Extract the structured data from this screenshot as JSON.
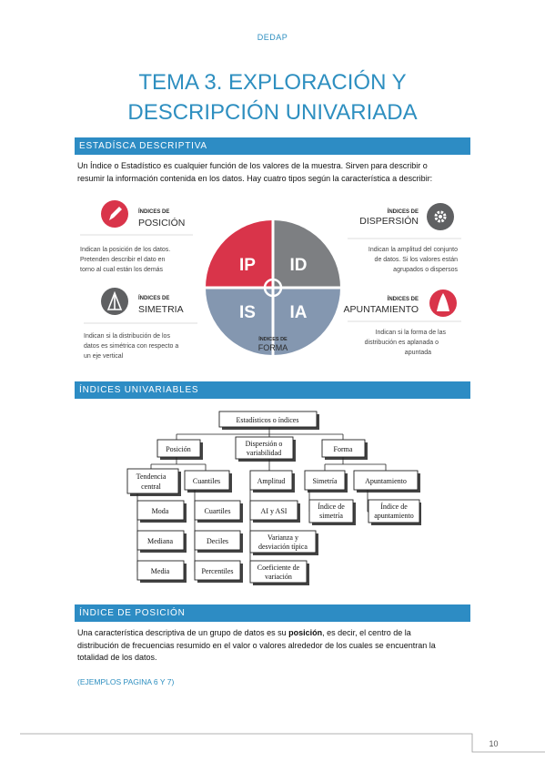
{
  "header": {
    "org": "DEDAP"
  },
  "title": {
    "line1": "TEMA 3. EXPLORACIÓN Y",
    "line2": "DESCRIPCIÓN UNIVARIADA"
  },
  "sections": [
    {
      "heading": "ESTADÍSCA DESCRIPTIVA"
    },
    {
      "heading": "ÍNDICES UNIVARIABLES"
    },
    {
      "heading": "ÍNDICE DE POSICIÓN"
    }
  ],
  "intro": {
    "line1": "Un Índice o Estadístico es cualquier función de los valores de la muestra. Sirven para describir o",
    "line2": "resumir la información contenida en los datos. Hay cuatro tipos según la característica a describir:"
  },
  "infographic": {
    "quadrants": {
      "ip": "IP",
      "id": "ID",
      "is": "IS",
      "ia": "IA"
    },
    "center_label": {
      "line1": "ÍNDICES DE",
      "line2": "FORMA"
    },
    "posicion": {
      "small": "ÍNDICES DE",
      "big": "POSICIÓN",
      "desc": [
        "Indican la posición de los datos.",
        "Pretenden describir el dato en",
        "torno al cual están los demás"
      ]
    },
    "dispersion": {
      "small": "ÍNDICES DE",
      "big": "DISPERSIÓN",
      "desc": [
        "Indican la amplitud del conjunto",
        "de datos. Si los valores están",
        "agrupados o dispersos"
      ]
    },
    "simetria": {
      "small": "ÍNDICES DE",
      "big": "SIMETRIA",
      "desc": [
        "Indican si la distribución de los",
        "datos es simétrica con respecto a",
        "un eje vertical"
      ]
    },
    "apuntamiento": {
      "small": "ÍNDICES DE",
      "big": "APUNTAMIENTO",
      "desc": [
        "Indican si la forma de las",
        "distribución es aplanada o",
        "apuntada"
      ]
    },
    "colors": {
      "red": "#d9344a",
      "gray": "#7d7f82",
      "blue": "#8497b0",
      "darkgray": "#5f6062"
    }
  },
  "tree": {
    "root": "Estadísticos o índices",
    "posicion": "Posición",
    "dispersion": [
      "Dispersión o",
      "variabilidad"
    ],
    "forma": "Forma",
    "tendencia": [
      "Tendencia",
      "central"
    ],
    "cuantiles": "Cuantiles",
    "amplitud": "Amplitud",
    "simetria": "Simetría",
    "apuntamiento": "Apuntamiento",
    "moda": "Moda",
    "mediana": "Mediana",
    "media": "Media",
    "cuartiles": "Cuartiles",
    "deciles": "Deciles",
    "percentiles": "Percentiles",
    "ai_asi": "AI y ASI",
    "varianza": [
      "Varianza y",
      "desviación típica"
    ],
    "coeficiente": [
      "Coeficiente de",
      "variación"
    ],
    "indice_simetria": [
      "Índice de",
      "simetría"
    ],
    "indice_apuntamiento": [
      "Índice de",
      "apuntamiento"
    ]
  },
  "posicion_text": {
    "l1_pre": "Una característica descriptiva de un grupo de datos es su ",
    "l1_bold": "posición",
    "l1_post": ", es decir, el centro de la",
    "line2": "distribución de frecuencias resumido en el valor o valores alrededor de los cuales se encuentran la",
    "line3": "totalidad de los datos."
  },
  "examples_link": "(EJEMPLOS PAGINA 6 Y 7)",
  "page_number": "10"
}
